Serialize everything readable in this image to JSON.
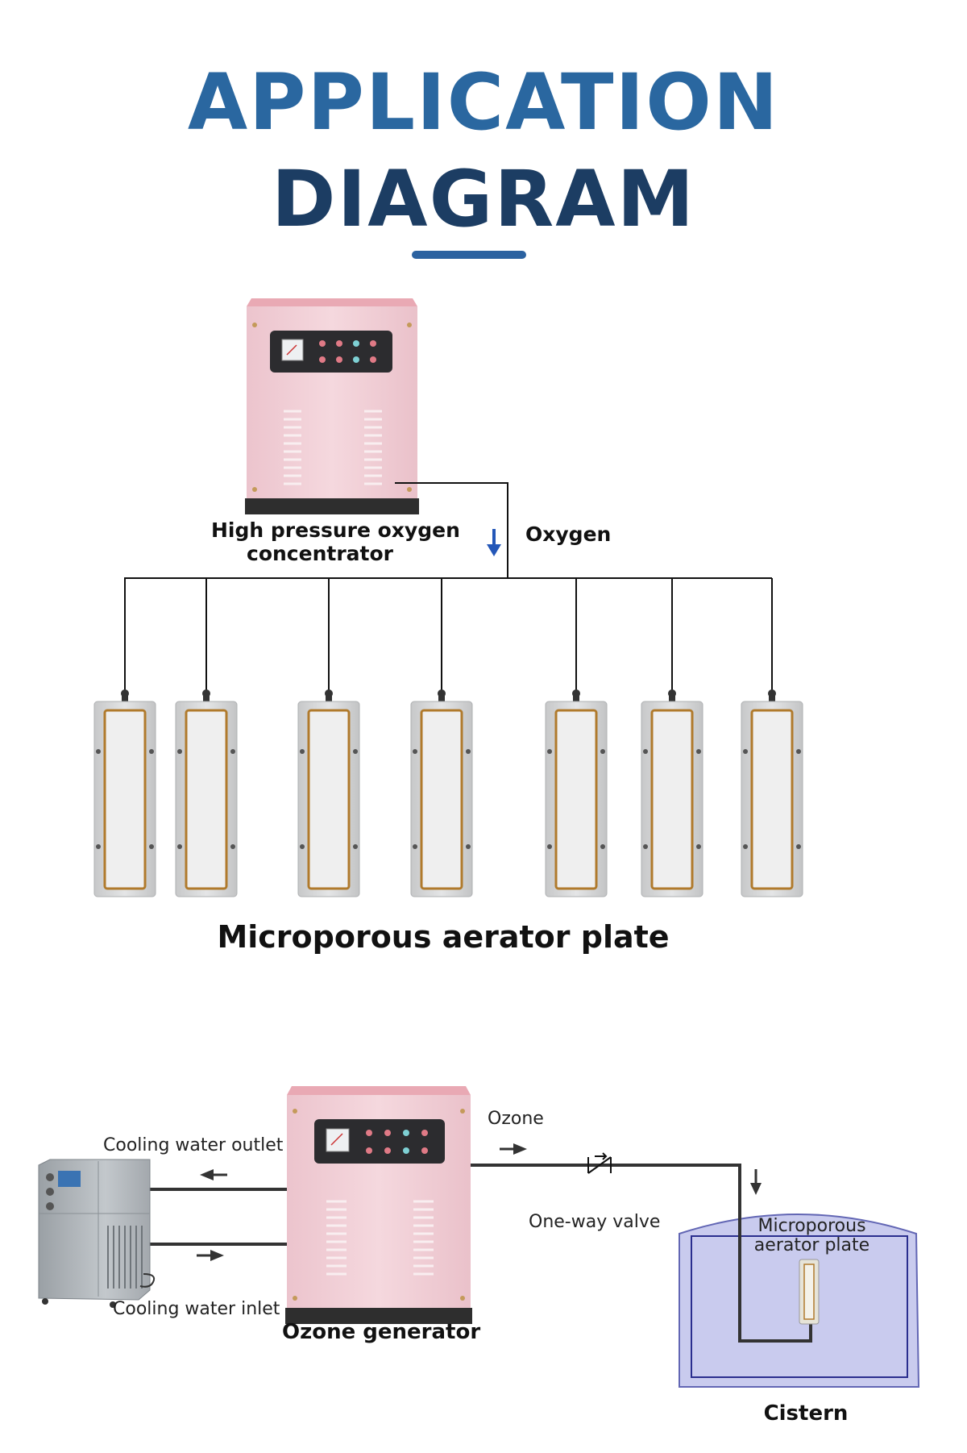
{
  "header": {
    "line1": "APPLICATION",
    "line2": "DIAGRAM"
  },
  "oxygen_system": {
    "concentrator_label_1": "High pressure oxygen",
    "concentrator_label_2": "concentrator",
    "flow_label": "Oxygen",
    "plates_label": "Microporous aerator plate",
    "plate_count": 7
  },
  "ozone_system": {
    "generator_label": "Ozone generator",
    "cooling_outlet_label": "Cooling water outlet",
    "cooling_inlet_label": "Cooling water inlet",
    "ozone_label": "Ozone",
    "valve_label": "One-way valve",
    "tank_plate_label_1": "Microporous",
    "tank_plate_label_2": "aerator plate",
    "cistern_label": "Cistern"
  },
  "colors": {
    "title_primary": "#2a67a0",
    "title_secondary": "#1c3d63",
    "arrow_blue": "#2457b8",
    "machine_pink": "#f3d3da",
    "cistern_fill": "#c9cbee"
  }
}
